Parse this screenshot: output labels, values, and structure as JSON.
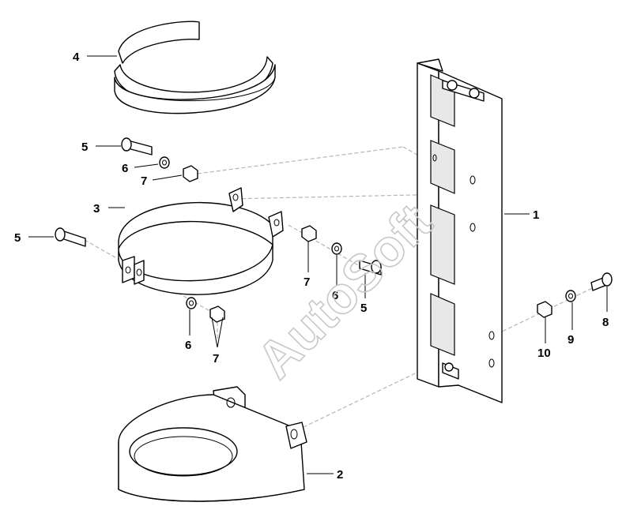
{
  "watermark": "AutoSoft",
  "callouts": [
    {
      "id": "c1",
      "label": "1"
    },
    {
      "id": "c2",
      "label": "2"
    },
    {
      "id": "c3",
      "label": "3"
    },
    {
      "id": "c4",
      "label": "4"
    },
    {
      "id": "c5a",
      "label": "5"
    },
    {
      "id": "c5b",
      "label": "5"
    },
    {
      "id": "c5c",
      "label": "5"
    },
    {
      "id": "c6a",
      "label": "6"
    },
    {
      "id": "c6b",
      "label": "6"
    },
    {
      "id": "c6c",
      "label": "6"
    },
    {
      "id": "c7a",
      "label": "7"
    },
    {
      "id": "c7b",
      "label": "7"
    },
    {
      "id": "c7c",
      "label": "7"
    },
    {
      "id": "c8",
      "label": "8"
    },
    {
      "id": "c9",
      "label": "9"
    },
    {
      "id": "c10",
      "label": "10"
    }
  ]
}
